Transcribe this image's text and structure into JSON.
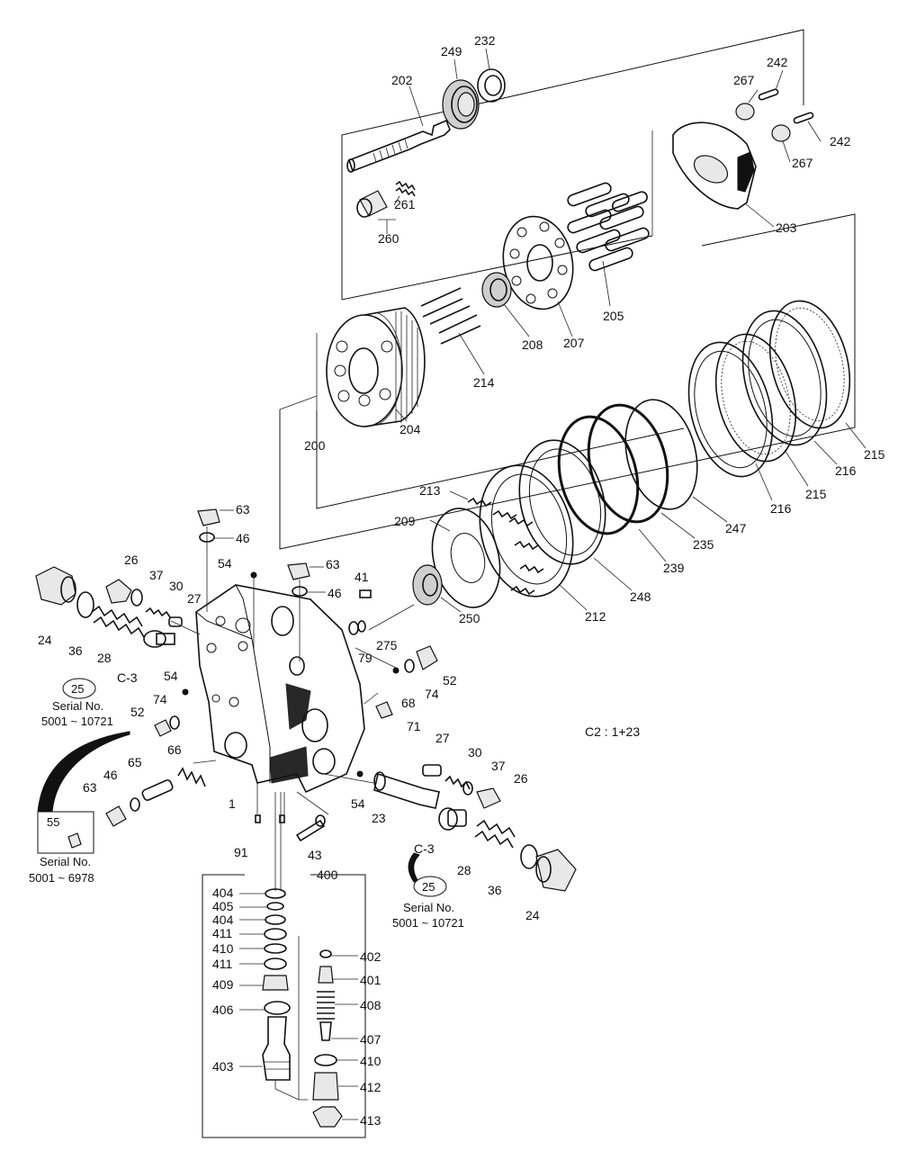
{
  "watermark": "",
  "ratio_note": "C2 : 1+23",
  "serial_notes": [
    {
      "ref": "25",
      "serial_label": "Serial No.",
      "range": "5001 ~ 10721"
    },
    {
      "ref": "25",
      "serial_label": "Serial No.",
      "range": "5001 ~ 10721"
    },
    {
      "ref": "55",
      "serial_label": "Serial No.",
      "range": "5001 ~ 6978"
    }
  ],
  "assembly_label": "400",
  "callouts": {
    "c202": "202",
    "c249": "249",
    "c232": "232",
    "c242a": "242",
    "c267a": "267",
    "c242b": "242",
    "c267b": "267",
    "c261": "261",
    "c260": "260",
    "c203": "203",
    "c205": "205",
    "c207": "207",
    "c208": "208",
    "c214": "214",
    "c204": "204",
    "c200": "200",
    "c215a": "215",
    "c216a": "216",
    "c216b": "216",
    "c215b": "215",
    "c247": "247",
    "c235": "235",
    "c239": "239",
    "c248": "248",
    "c212": "212",
    "c213": "213",
    "c209": "209",
    "c250": "250",
    "c63a": "63",
    "c46a": "46",
    "c63b": "63",
    "c46b": "46",
    "c54a": "54",
    "c41": "41",
    "c275": "275",
    "c79": "79",
    "c52a": "52",
    "c74a": "74",
    "c68": "68",
    "c71": "71",
    "c26a": "26",
    "c37a": "37",
    "c30a": "30",
    "c27a": "27",
    "c24a": "24",
    "c36a": "36",
    "c28a": "28",
    "c c3a": "C-3",
    "c54b": "54",
    "c74b": "74",
    "c52b": "52",
    "c66": "66",
    "c65": "65",
    "c46c": "46",
    "c63c": "63",
    "c1": "1",
    "c91": "91",
    "c43": "43",
    "c54c": "54",
    "c23": "23",
    "c27b": "27",
    "c30b": "30",
    "c37b": "37",
    "c26b": "26",
    "c c3b": "C-3",
    "c28b": "28",
    "c36b": "36",
    "c24b": "24",
    "c404a": "404",
    "c405": "405",
    "c404b": "404",
    "c411a": "411",
    "c410a": "410",
    "c411b": "411",
    "c409": "409",
    "c406": "406",
    "c403": "403",
    "c402": "402",
    "c401": "401",
    "c408": "408",
    "c407": "407",
    "c410b": "410",
    "c412": "412",
    "c413": "413"
  }
}
